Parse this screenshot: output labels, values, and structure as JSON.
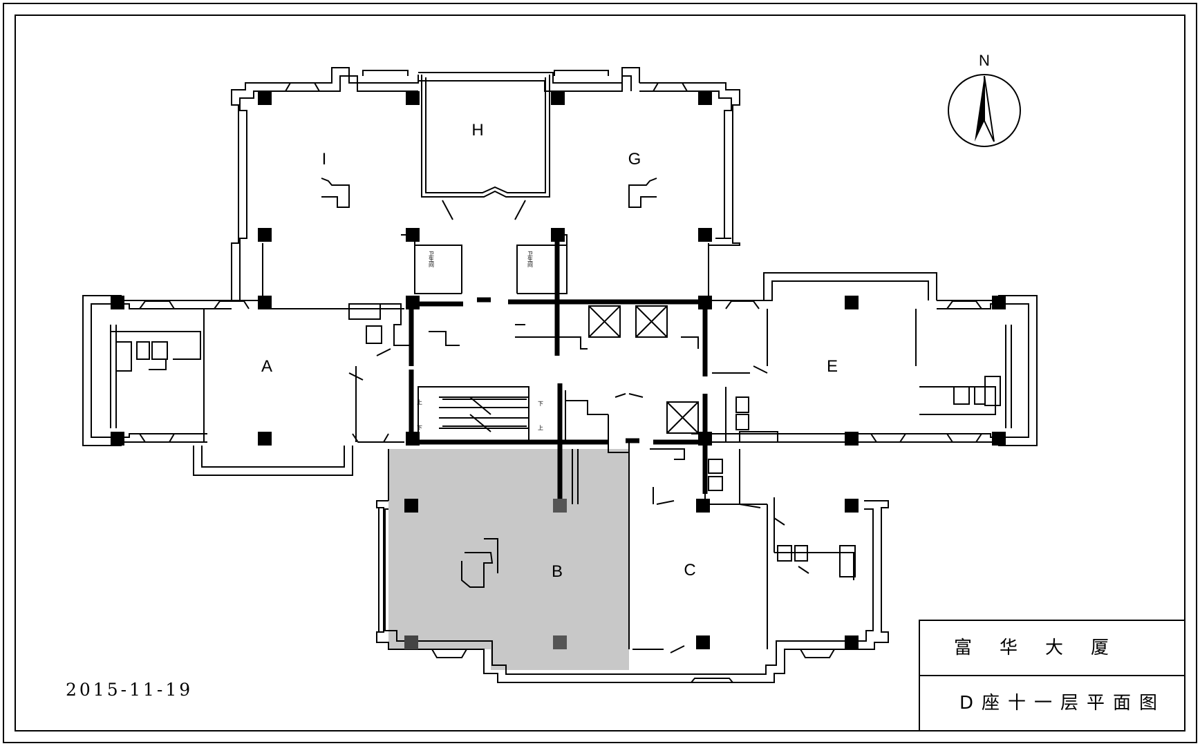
{
  "units": {
    "A": "A",
    "B": "B",
    "C": "C",
    "E": "E",
    "G": "G",
    "H": "H",
    "I": "I"
  },
  "highlighted_unit": "B",
  "highlight_color": "#c8c8c8",
  "restroom_label_left": "卫生间",
  "restroom_label_right": "卫生间",
  "stair_up": "上",
  "stair_down": "下",
  "north_label": "N",
  "date": "2015-11-19",
  "title_block": {
    "building_name": "富华大厦",
    "drawing_name": "D座十一层平面图"
  }
}
